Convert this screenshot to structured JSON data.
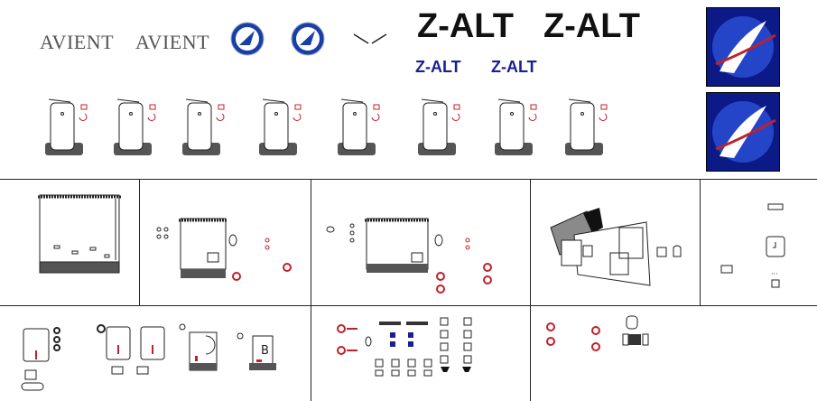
{
  "branding": {
    "avient_logo_a": "AVIENT",
    "avient_logo_b": "AVIENT",
    "zalt_big_a": "Z-ALT",
    "zalt_big_b": "Z-ALT",
    "zalt_small_a": "Z-ALT",
    "zalt_small_b": "Z-ALT"
  },
  "colors": {
    "brand_blue": "#1b1f8f",
    "emblem_blue": "#0b1a86",
    "emblem_red": "#c0202a",
    "part_red": "#c0202a",
    "line": "#222222"
  },
  "icons": {
    "emblem": "circular-bird-emblem",
    "door": "aircraft-door-icon",
    "hatch": "hatch-icon"
  }
}
